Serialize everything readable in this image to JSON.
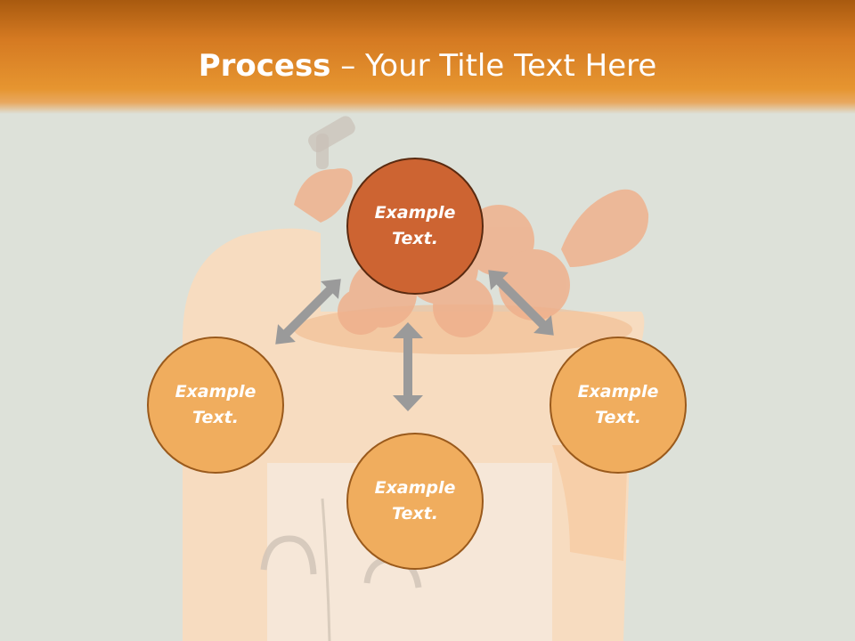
{
  "slide": {
    "title_bold": "Process",
    "title_rest": " – Your Title Text Here"
  },
  "nodes": {
    "center": "Example Text.",
    "left": "Example Text.",
    "right": "Example Text.",
    "bottom": "Example Text."
  },
  "colors": {
    "header": "#e08a2a",
    "center_circle": "#cd6432",
    "outer_circle": "#f0ad5e",
    "arrow": "#9a9a9a",
    "background": "#dde1d9"
  }
}
